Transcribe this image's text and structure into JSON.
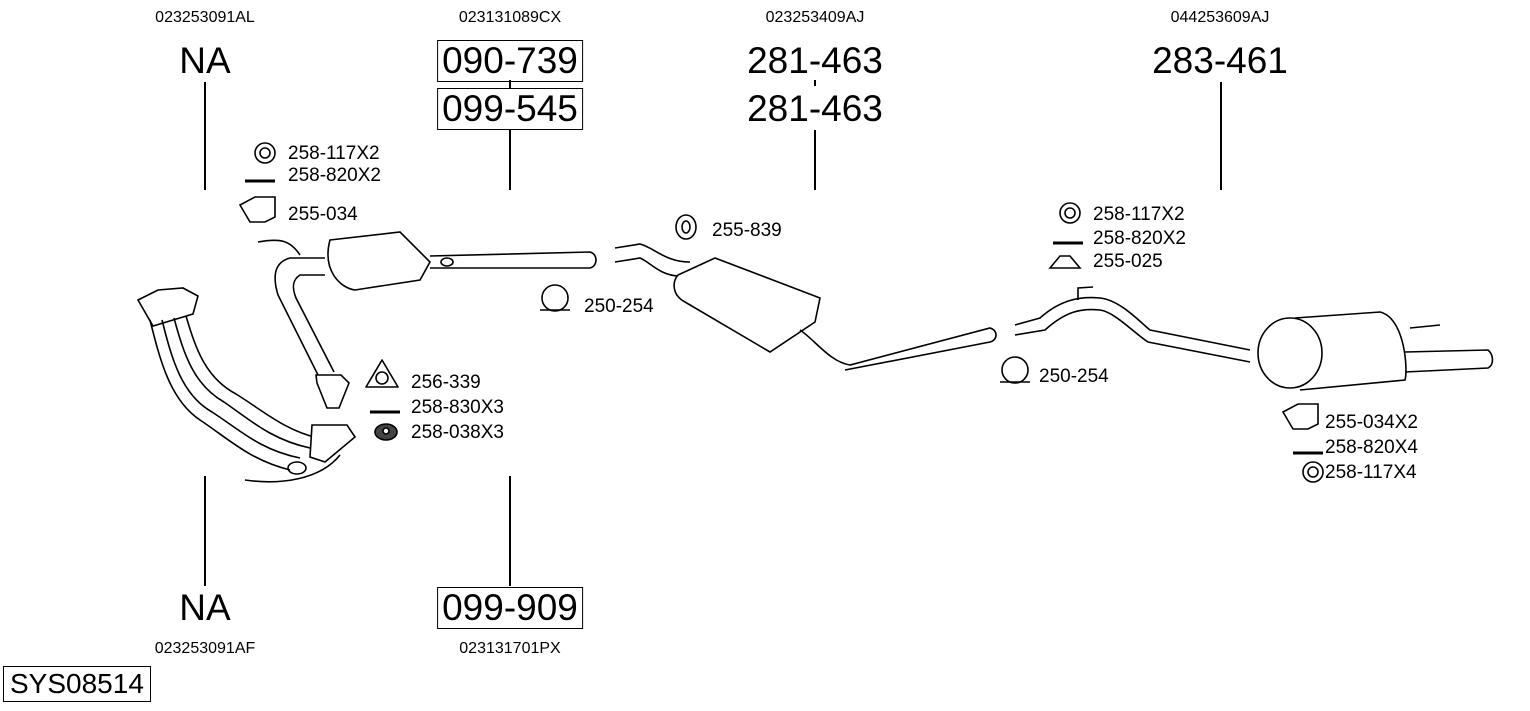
{
  "diagram_id": "SYS08514",
  "columns": [
    {
      "oe_top": "023253091AL",
      "parts_top": [
        "NA"
      ],
      "oe_bottom": "023253091AF",
      "parts_bottom": [
        "NA"
      ]
    },
    {
      "oe_top": "023131089CX",
      "parts_top": [
        "090-739",
        "099-545"
      ],
      "oe_bottom": "023131701PX",
      "parts_bottom": [
        "099-909"
      ]
    },
    {
      "oe_top": "023253409AJ",
      "parts_top": [
        "281-463",
        "281-463"
      ]
    },
    {
      "oe_top": "044253609AJ",
      "parts_top": [
        "283-461"
      ]
    }
  ],
  "fittings": {
    "front_kit": [
      "258-117X2",
      "258-820X2",
      "255-034"
    ],
    "flange_kit": [
      "256-339",
      "258-830X3",
      "258-038X3"
    ],
    "clamp_1": "250-254",
    "hanger_mid": "255-839",
    "rear_kit_top": [
      "258-117X2",
      "258-820X2",
      "255-025"
    ],
    "clamp_2": "250-254",
    "rear_kit_bottom": [
      "255-034X2",
      "258-820X4",
      "258-117X4"
    ]
  }
}
